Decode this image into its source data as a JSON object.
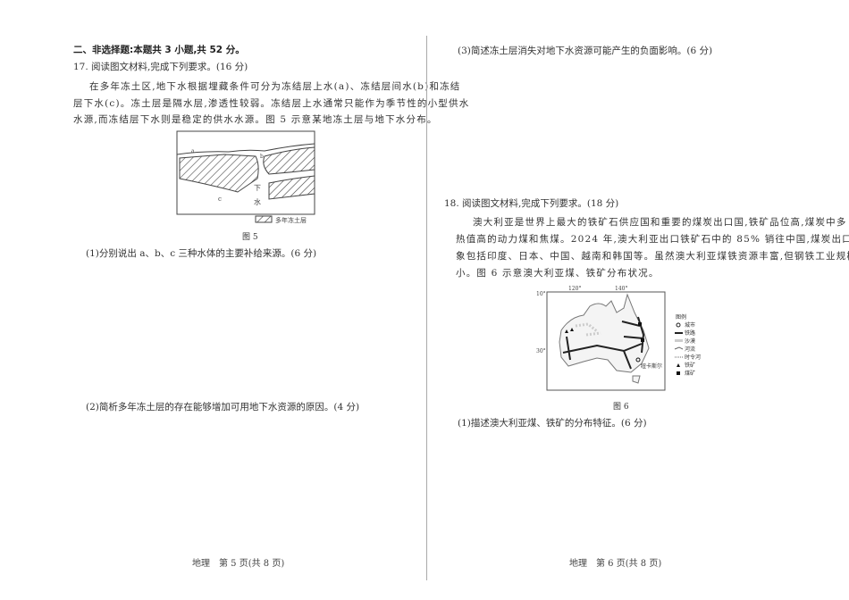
{
  "left_page": {
    "section_heading": "二、非选择题:本题共 3 小题,共 52 分。",
    "q17": {
      "title": "17. 阅读图文材料,完成下列要求。(16 分)",
      "para_lines": [
        "在多年冻土区,地下水根据埋藏条件可分为冻结层上水(a)、冻结层间水(b)和冻结",
        "层下水(c)。冻土层是隔水层,渗透性较弱。冻结层上水通常只能作为季节性的小型供水",
        "水源,而冻结层下水则是稳定的供水水源。图 5 示意某地冻土层与地下水分布。"
      ],
      "figure": {
        "labels": {
          "a": "a",
          "b": "b",
          "c": "c",
          "xia": "下",
          "shui": "水"
        },
        "legend": "多年冻土层",
        "caption": "图 5"
      },
      "sub1": "(1)分别说出 a、b、c 三种水体的主要补给来源。(6 分)",
      "sub2": "(2)简析多年冻土层的存在能够增加可用地下水资源的原因。(4 分)"
    },
    "footer": "地理　第 5 页(共 8 页)"
  },
  "right_page": {
    "q17_sub3": "(3)简述冻土层消失对地下水资源可能产生的负面影响。(6 分)",
    "q18": {
      "title": "18. 阅读图文材料,完成下列要求。(18 分)",
      "para_lines": [
        "澳大利亚是世界上最大的铁矿石供应国和重要的煤炭出口国,铁矿品位高,煤炭中多",
        "热值高的动力煤和焦煤。2024 年,澳大利亚出口铁矿石中的 85% 销往中国,煤炭出口对",
        "象包括印度、日本、中国、越南和韩国等。虽然澳大利亚煤铁资源丰富,但钢铁工业规模很",
        "小。图 6 示意澳大利亚煤、铁矿分布状况。"
      ],
      "figure": {
        "lon_labels": [
          "120°",
          "140°"
        ],
        "lat_labels": [
          "10°",
          "30°"
        ],
        "city_label": "纽卡斯尔",
        "legend_title": "图例",
        "legend_items": [
          "城市",
          "铁路",
          "沙漠",
          "河流",
          "时令河",
          "铁矿",
          "煤矿"
        ],
        "caption": "图 6"
      },
      "sub1": "(1)描述澳大利亚煤、铁矿的分布特征。(6 分)"
    },
    "footer": "地理　第 6 页(共 8 页)"
  }
}
